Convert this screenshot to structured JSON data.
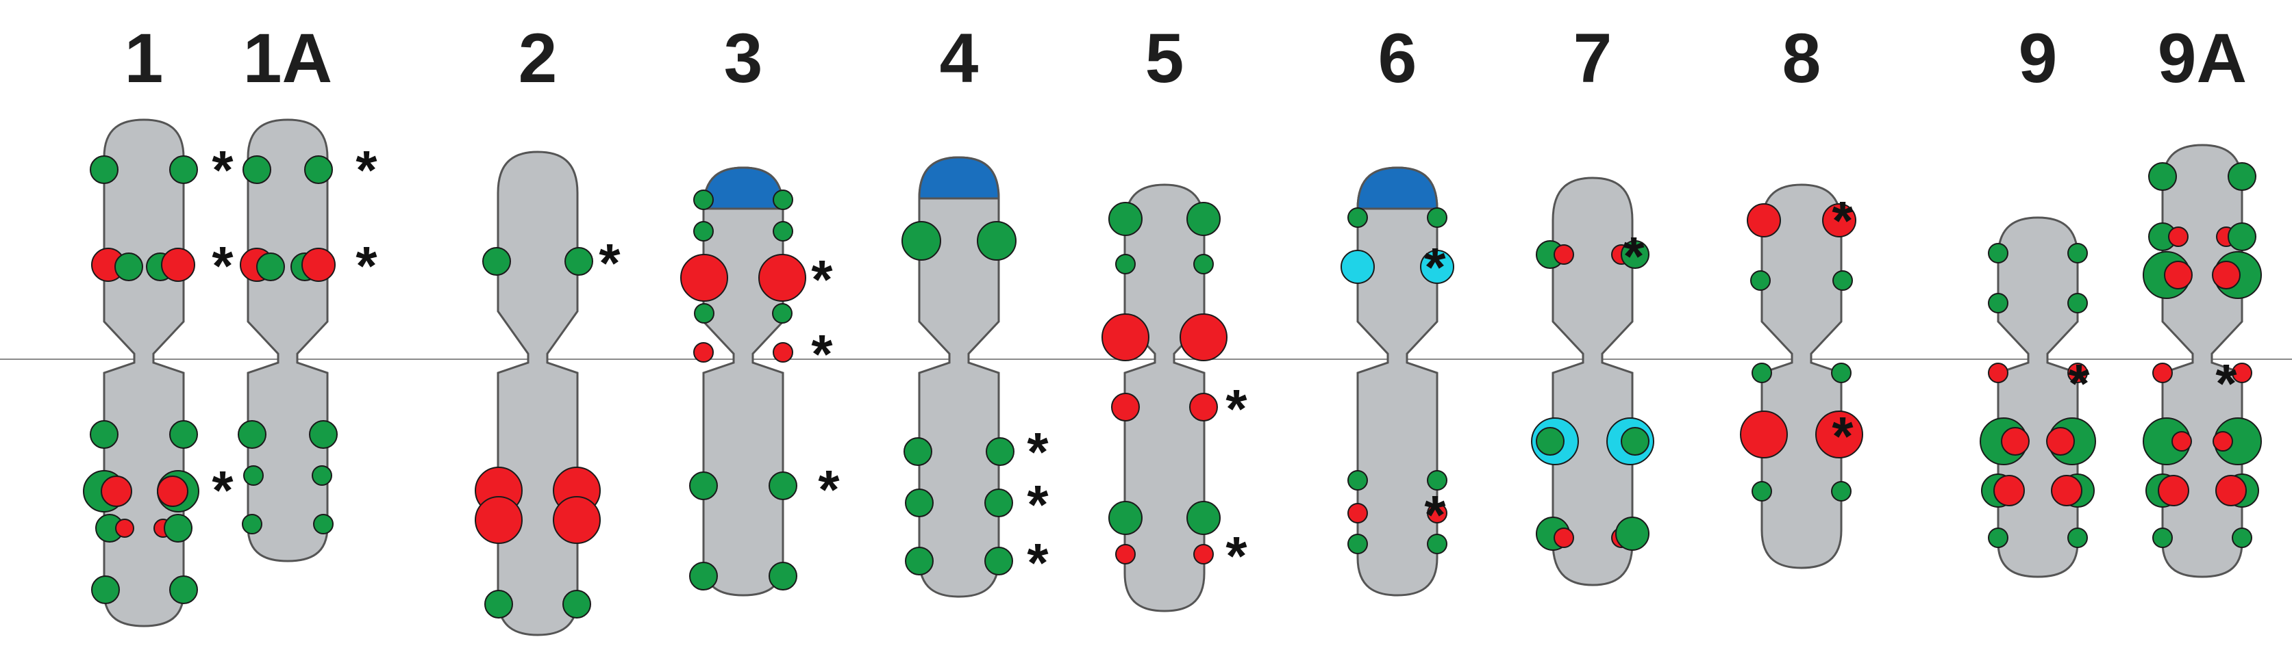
{
  "colors": {
    "chromosome": "#bdc0c3",
    "outline": "#555555",
    "green": "#159b45",
    "red": "#ee1c24",
    "cyan": "#1fd3e8",
    "blue": "#1a6fbe",
    "dot_stroke": "#1a1a1a",
    "centromere_line": "#8a8a8a",
    "asterisk": "#111111"
  },
  "chromosomes": [
    {
      "id": "1",
      "label": "1"
    },
    {
      "id": "1a",
      "label": "1A"
    },
    {
      "id": "2",
      "label": "2"
    },
    {
      "id": "3",
      "label": "3"
    },
    {
      "id": "4",
      "label": "4"
    },
    {
      "id": "5",
      "label": "5"
    },
    {
      "id": "6",
      "label": "6"
    },
    {
      "id": "7",
      "label": "7"
    },
    {
      "id": "8",
      "label": "8"
    },
    {
      "id": "9",
      "label": "9"
    },
    {
      "id": "9a",
      "label": "9A"
    }
  ],
  "asterisk_symbol": "*"
}
